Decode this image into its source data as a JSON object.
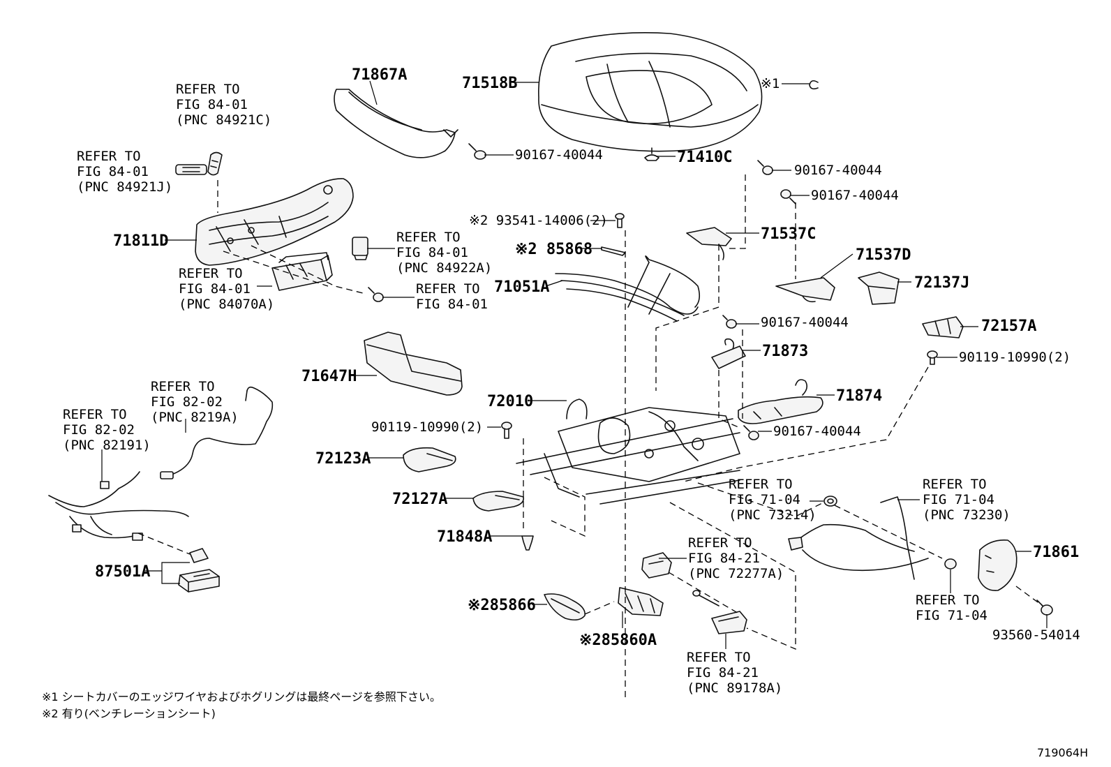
{
  "labels": {
    "p71518B": "71518B",
    "p71867A": "71867A",
    "mark1": "※1",
    "ref84921C": [
      "REFER TO",
      "FIG 84-01",
      "(PNC 84921C)"
    ],
    "ref84921J": [
      "REFER TO",
      "FIG 84-01",
      "(PNC 84921J)"
    ],
    "p90167_top": "90167-40044",
    "p71410C": "71410C",
    "p90167_r1": "90167-40044",
    "p90167_r2": "90167-40044",
    "p71811D": "71811D",
    "p93541": "※2 93541-14006(2)",
    "p71537C": "71537C",
    "ref84922A": [
      "REFER TO",
      "FIG 84-01",
      "(PNC 84922A)"
    ],
    "p85868": "※2 85868",
    "p71537D": "71537D",
    "ref84070A": [
      "REFER TO",
      "FIG 84-01",
      "(PNC 84070A)"
    ],
    "refFig8401": [
      "REFER TO",
      "FIG 84-01"
    ],
    "p71051A": "71051A",
    "p72137J": "72137J",
    "p90167_m": "90167-40044",
    "p72157A": "72157A",
    "p71873": "71873",
    "p71647H": "71647H",
    "p90119_r": "90119-10990(2)",
    "ref8219A": [
      "REFER TO",
      "FIG 82-02",
      "(PNC 8219A)"
    ],
    "p72010": "72010",
    "p71874": "71874",
    "ref82191": [
      "REFER TO",
      "FIG 82-02",
      "(PNC 82191)"
    ],
    "p90119_l": "90119-10990(2)",
    "p90167_b": "90167-40044",
    "p72123A": "72123A",
    "ref73214": [
      "REFER TO",
      "FIG 71-04",
      "(PNC 73214)"
    ],
    "ref73230": [
      "REFER TO",
      "FIG 71-04",
      "(PNC 73230)"
    ],
    "p72127A": "72127A",
    "p71848A": "71848A",
    "p71861": "71861",
    "ref72277A": [
      "REFER TO",
      "FIG 84-21",
      "(PNC 72277A)"
    ],
    "p87501A": "87501A",
    "refFig7104": [
      "REFER TO",
      "FIG 71-04"
    ],
    "p85866": "※285866",
    "p93560": "93560-54014",
    "p85860A": "※285860A",
    "ref89178A": [
      "REFER TO",
      "FIG 84-21",
      "(PNC 89178A)"
    ],
    "footnote1": "※1 シートカバーのエッジワイヤおよびホグリングは最終ページを参照下さい。",
    "footnote2": "※2 有り(ベンチレーションシート)",
    "figure_id": "719064H"
  }
}
